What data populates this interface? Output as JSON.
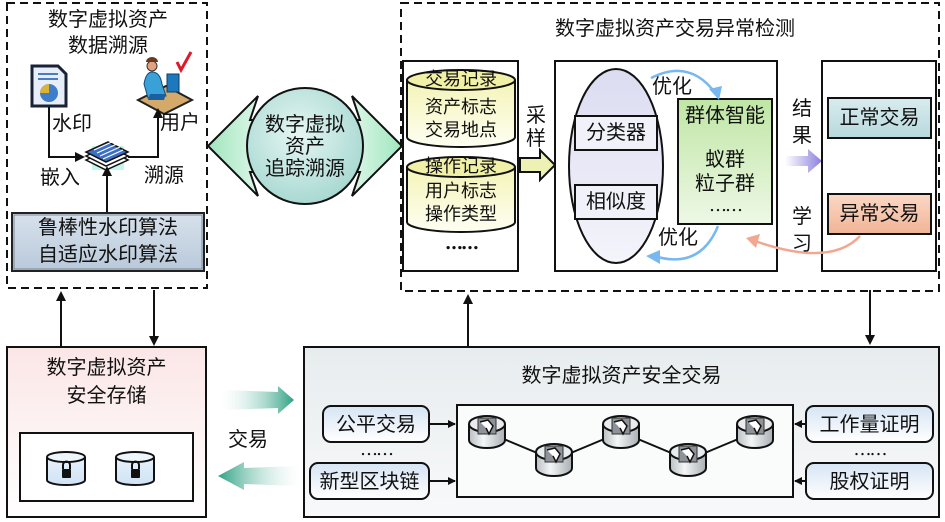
{
  "tracing": {
    "title_line1": "数字虚拟资产",
    "title_line2": "数据溯源",
    "watermark_label": "水印",
    "user_label": "用户",
    "embed_label": "嵌入",
    "trace_label": "溯源",
    "algorithms": [
      "鲁棒性水印算法",
      "自适应水印算法"
    ],
    "icons": [
      "document-icon",
      "user-computer-icon",
      "checkmark-icon",
      "document-stack-icon"
    ]
  },
  "center_hub": {
    "lines": [
      "数字虚拟",
      "资产",
      "追踪溯源"
    ]
  },
  "detection": {
    "title": "数字虚拟资产交易异常检测",
    "db1": {
      "header": "交易记录",
      "lines": [
        "资产标志",
        "交易地点"
      ]
    },
    "db2": {
      "header": "操作记录",
      "lines": [
        "用户标志",
        "操作类型"
      ]
    },
    "db_ellipsis": "……",
    "sample_label": [
      "采",
      "样"
    ],
    "classifier": "分类器",
    "similarity": "相似度",
    "optimize_top": "优化",
    "optimize_bottom": "优化",
    "swarm": {
      "title": "群体智能",
      "items": [
        "蚁群",
        "粒子群"
      ],
      "ellipsis": "……"
    },
    "result_label": [
      "结",
      "果"
    ],
    "learn_label": [
      "学",
      "习"
    ],
    "normal": "正常交易",
    "abnormal": "异常交易"
  },
  "storage": {
    "title_line1": "数字虚拟资产",
    "title_line2": "安全存储",
    "icons": [
      "locked-database-icon",
      "locked-database-icon"
    ]
  },
  "trade_arrow_label": "交易",
  "secure_trade": {
    "title": "数字虚拟资产安全交易",
    "left": [
      "公平交易",
      "新型区块链"
    ],
    "left_ellipsis": "……",
    "right": [
      "工作量证明",
      "股权证明"
    ],
    "right_ellipsis": "……",
    "node_count": 5
  },
  "colors": {
    "algo_box": "#c9d6e4",
    "hub": "#bfe3de",
    "hub_arrow": "#c8f0d8",
    "db_fill": "#fafad0",
    "ellipse": "#e4e4f4",
    "swarm": "#c9eab2",
    "normal": "#c8e2e6",
    "abnormal": "#f6c6ac",
    "storage_bg": "#fdf0f0",
    "trade_bg": "#eef1f2",
    "pill": "#e4edf8",
    "teal_arrow": "#3daa8e",
    "opt_arrow": "#74b6f0",
    "learn_arrow": "#f2a890",
    "result_arrow": "#8f86e0",
    "sample_arrow": "#eaf0b0"
  }
}
